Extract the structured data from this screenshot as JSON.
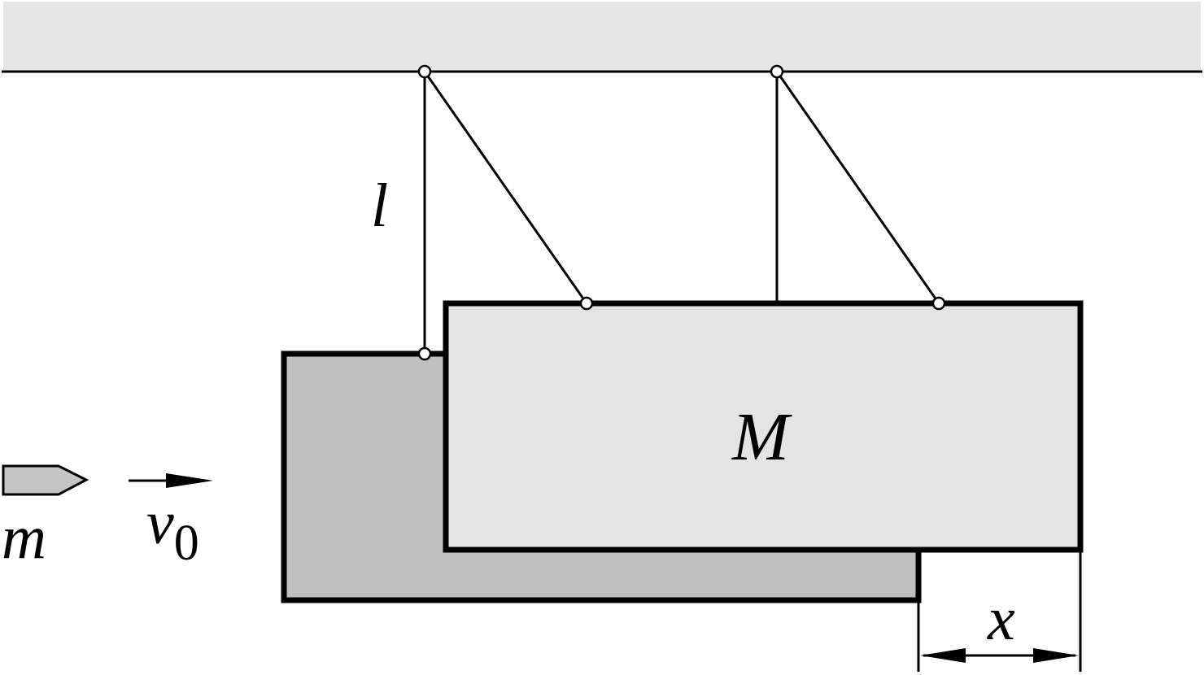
{
  "labels": {
    "length": "l",
    "block_mass": "M",
    "bullet_mass": "m",
    "velocity_symbol": "v",
    "velocity_subscript": "0",
    "displacement": "x"
  },
  "colors": {
    "ceiling_fill": "#e6e6e6",
    "block_fill": "#e4e4e4",
    "displaced_block_fill": "#c0c0c0",
    "bullet_fill": "#c4c4c4",
    "stroke": "#000000",
    "pivot_fill": "#ffffff"
  }
}
